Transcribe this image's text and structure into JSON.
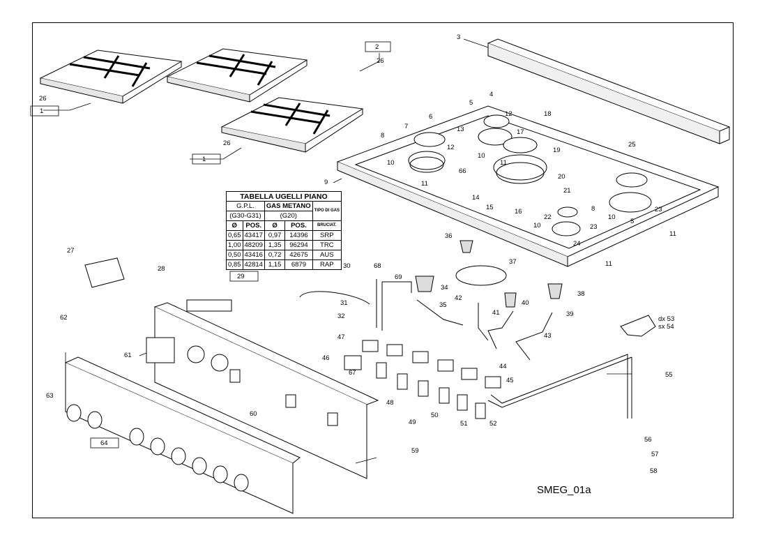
{
  "diagram_code": "SMEG_01a",
  "nozzle_table": {
    "title": "TABELLA UGELLI PIANO",
    "gpl": "G.P.L.",
    "gpl_gas": "(G30-G31)",
    "metano": "GAS METANO",
    "metano_gas": "(G20)",
    "tipo": "TIPO DI GAS",
    "col_diam": "Ø",
    "col_pos": "POS.",
    "col_bruciat": "BRUCIAT.",
    "rows": [
      {
        "d1": "0,65",
        "p1": "43417",
        "d2": "0,97",
        "p2": "14396",
        "b": "SRP"
      },
      {
        "d1": "1,00",
        "p1": "48209",
        "d2": "1,35",
        "p2": "96294",
        "b": "TRC"
      },
      {
        "d1": "0,50",
        "p1": "43416",
        "d2": "0,72",
        "p2": "42675",
        "b": "AUS"
      },
      {
        "d1": "0,85",
        "p1": "42814",
        "d2": "1,15",
        "p2": "6879",
        "b": "RAP"
      }
    ]
  },
  "callouts": [
    {
      "id": "c1a",
      "text": "1"
    },
    {
      "id": "c2",
      "text": "2"
    },
    {
      "id": "c26a",
      "text": "26"
    },
    {
      "id": "c26b",
      "text": "26"
    },
    {
      "id": "c1b",
      "text": "1"
    },
    {
      "id": "c26c",
      "text": "26"
    },
    {
      "id": "c3",
      "text": "3"
    },
    {
      "id": "c4",
      "text": "4"
    },
    {
      "id": "c5a",
      "text": "5"
    },
    {
      "id": "c6",
      "text": "6"
    },
    {
      "id": "c7",
      "text": "7"
    },
    {
      "id": "c8a",
      "text": "8"
    },
    {
      "id": "c9",
      "text": "9"
    },
    {
      "id": "c10a",
      "text": "10"
    },
    {
      "id": "c10b",
      "text": "10"
    },
    {
      "id": "c10c",
      "text": "10"
    },
    {
      "id": "c10d",
      "text": "10"
    },
    {
      "id": "c11a",
      "text": "11"
    },
    {
      "id": "c11b",
      "text": "11"
    },
    {
      "id": "c11c",
      "text": "11"
    },
    {
      "id": "c11d",
      "text": "11"
    },
    {
      "id": "c12a",
      "text": "12"
    },
    {
      "id": "c12b",
      "text": "12"
    },
    {
      "id": "c13",
      "text": "13"
    },
    {
      "id": "c14",
      "text": "14"
    },
    {
      "id": "c15",
      "text": "15"
    },
    {
      "id": "c16",
      "text": "16"
    },
    {
      "id": "c17",
      "text": "17"
    },
    {
      "id": "c18",
      "text": "18"
    },
    {
      "id": "c19",
      "text": "19"
    },
    {
      "id": "c20",
      "text": "20"
    },
    {
      "id": "c21",
      "text": "21"
    },
    {
      "id": "c22",
      "text": "22"
    },
    {
      "id": "c23a",
      "text": "23"
    },
    {
      "id": "c23b",
      "text": "23"
    },
    {
      "id": "c24",
      "text": "24"
    },
    {
      "id": "c25",
      "text": "25"
    },
    {
      "id": "c8b",
      "text": "8"
    },
    {
      "id": "c5b",
      "text": "5"
    },
    {
      "id": "c66",
      "text": "66"
    },
    {
      "id": "c27",
      "text": "27"
    },
    {
      "id": "c28",
      "text": "28"
    },
    {
      "id": "c29",
      "text": "29"
    },
    {
      "id": "c30",
      "text": "30"
    },
    {
      "id": "c31",
      "text": "31"
    },
    {
      "id": "c32",
      "text": "32"
    },
    {
      "id": "c34",
      "text": "34"
    },
    {
      "id": "c35",
      "text": "35"
    },
    {
      "id": "c36",
      "text": "36"
    },
    {
      "id": "c37",
      "text": "37"
    },
    {
      "id": "c38",
      "text": "38"
    },
    {
      "id": "c39",
      "text": "39"
    },
    {
      "id": "c40",
      "text": "40"
    },
    {
      "id": "c41",
      "text": "41"
    },
    {
      "id": "c42",
      "text": "42"
    },
    {
      "id": "c43",
      "text": "43"
    },
    {
      "id": "c44",
      "text": "44"
    },
    {
      "id": "c45",
      "text": "45"
    },
    {
      "id": "c46",
      "text": "46"
    },
    {
      "id": "c47",
      "text": "47"
    },
    {
      "id": "c48",
      "text": "48"
    },
    {
      "id": "c49",
      "text": "49"
    },
    {
      "id": "c50",
      "text": "50"
    },
    {
      "id": "c51",
      "text": "51"
    },
    {
      "id": "c52",
      "text": "52"
    },
    {
      "id": "c53",
      "text": "dx 53"
    },
    {
      "id": "c54",
      "text": "sx 54"
    },
    {
      "id": "c55",
      "text": "55"
    },
    {
      "id": "c56",
      "text": "56"
    },
    {
      "id": "c57",
      "text": "57"
    },
    {
      "id": "c58",
      "text": "58"
    },
    {
      "id": "c59",
      "text": "59"
    },
    {
      "id": "c60",
      "text": "60"
    },
    {
      "id": "c61",
      "text": "61"
    },
    {
      "id": "c62",
      "text": "62"
    },
    {
      "id": "c63",
      "text": "63"
    },
    {
      "id": "c64",
      "text": "64"
    },
    {
      "id": "c67",
      "text": "67"
    },
    {
      "id": "c68",
      "text": "68"
    },
    {
      "id": "c69",
      "text": "69"
    }
  ]
}
